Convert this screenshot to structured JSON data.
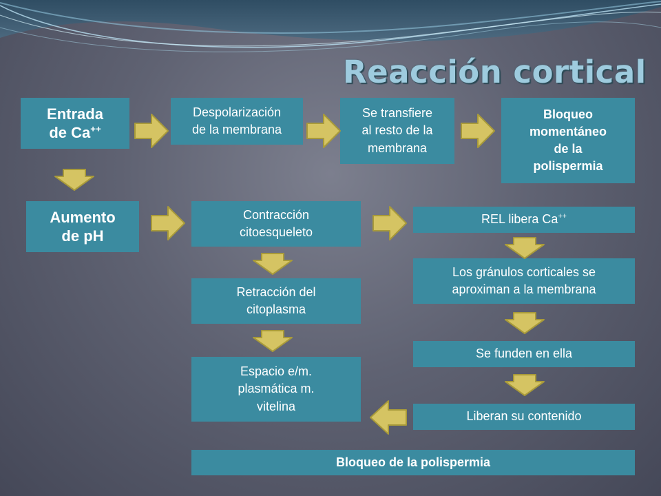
{
  "title": "Reacción cortical",
  "colors": {
    "box": "#3b8ba0",
    "arrow_fill": "#d5c463",
    "arrow_stroke": "#a89a3a",
    "title": "#9ecbde"
  },
  "nodes": {
    "entrada": {
      "line1": "Entrada",
      "line2": "de Ca",
      "sup": "++"
    },
    "despolarizacion": {
      "line1": "Despolarización",
      "line2": "de la membrana"
    },
    "transfiere": {
      "line1": "Se transfiere",
      "line2": "al resto de la",
      "line3": "membrana"
    },
    "bloqueo_momentaneo": {
      "line1": "Bloqueo",
      "line2": "momentáneo",
      "line3": "de la",
      "line4": "polispermia"
    },
    "aumento_ph": {
      "line1": "Aumento",
      "line2": "de pH"
    },
    "contraccion": {
      "line1": "Contracción",
      "line2": "citoesqueleto"
    },
    "rel": {
      "text": "REL libera Ca",
      "sup": "++"
    },
    "granulos": {
      "line1": "Los gránulos corticales se",
      "line2": "aproximan a la membrana"
    },
    "retraccion": {
      "line1": "Retracción del",
      "line2": "citoplasma"
    },
    "funden": {
      "text": "Se funden en ella"
    },
    "espacio": {
      "line1": "Espacio e/m.",
      "line2": "plasmática m.",
      "line3": "vitelina"
    },
    "liberan": {
      "text": "Liberan su contenido"
    },
    "bloqueo_final": {
      "text": "Bloqueo de la polispermia"
    }
  }
}
